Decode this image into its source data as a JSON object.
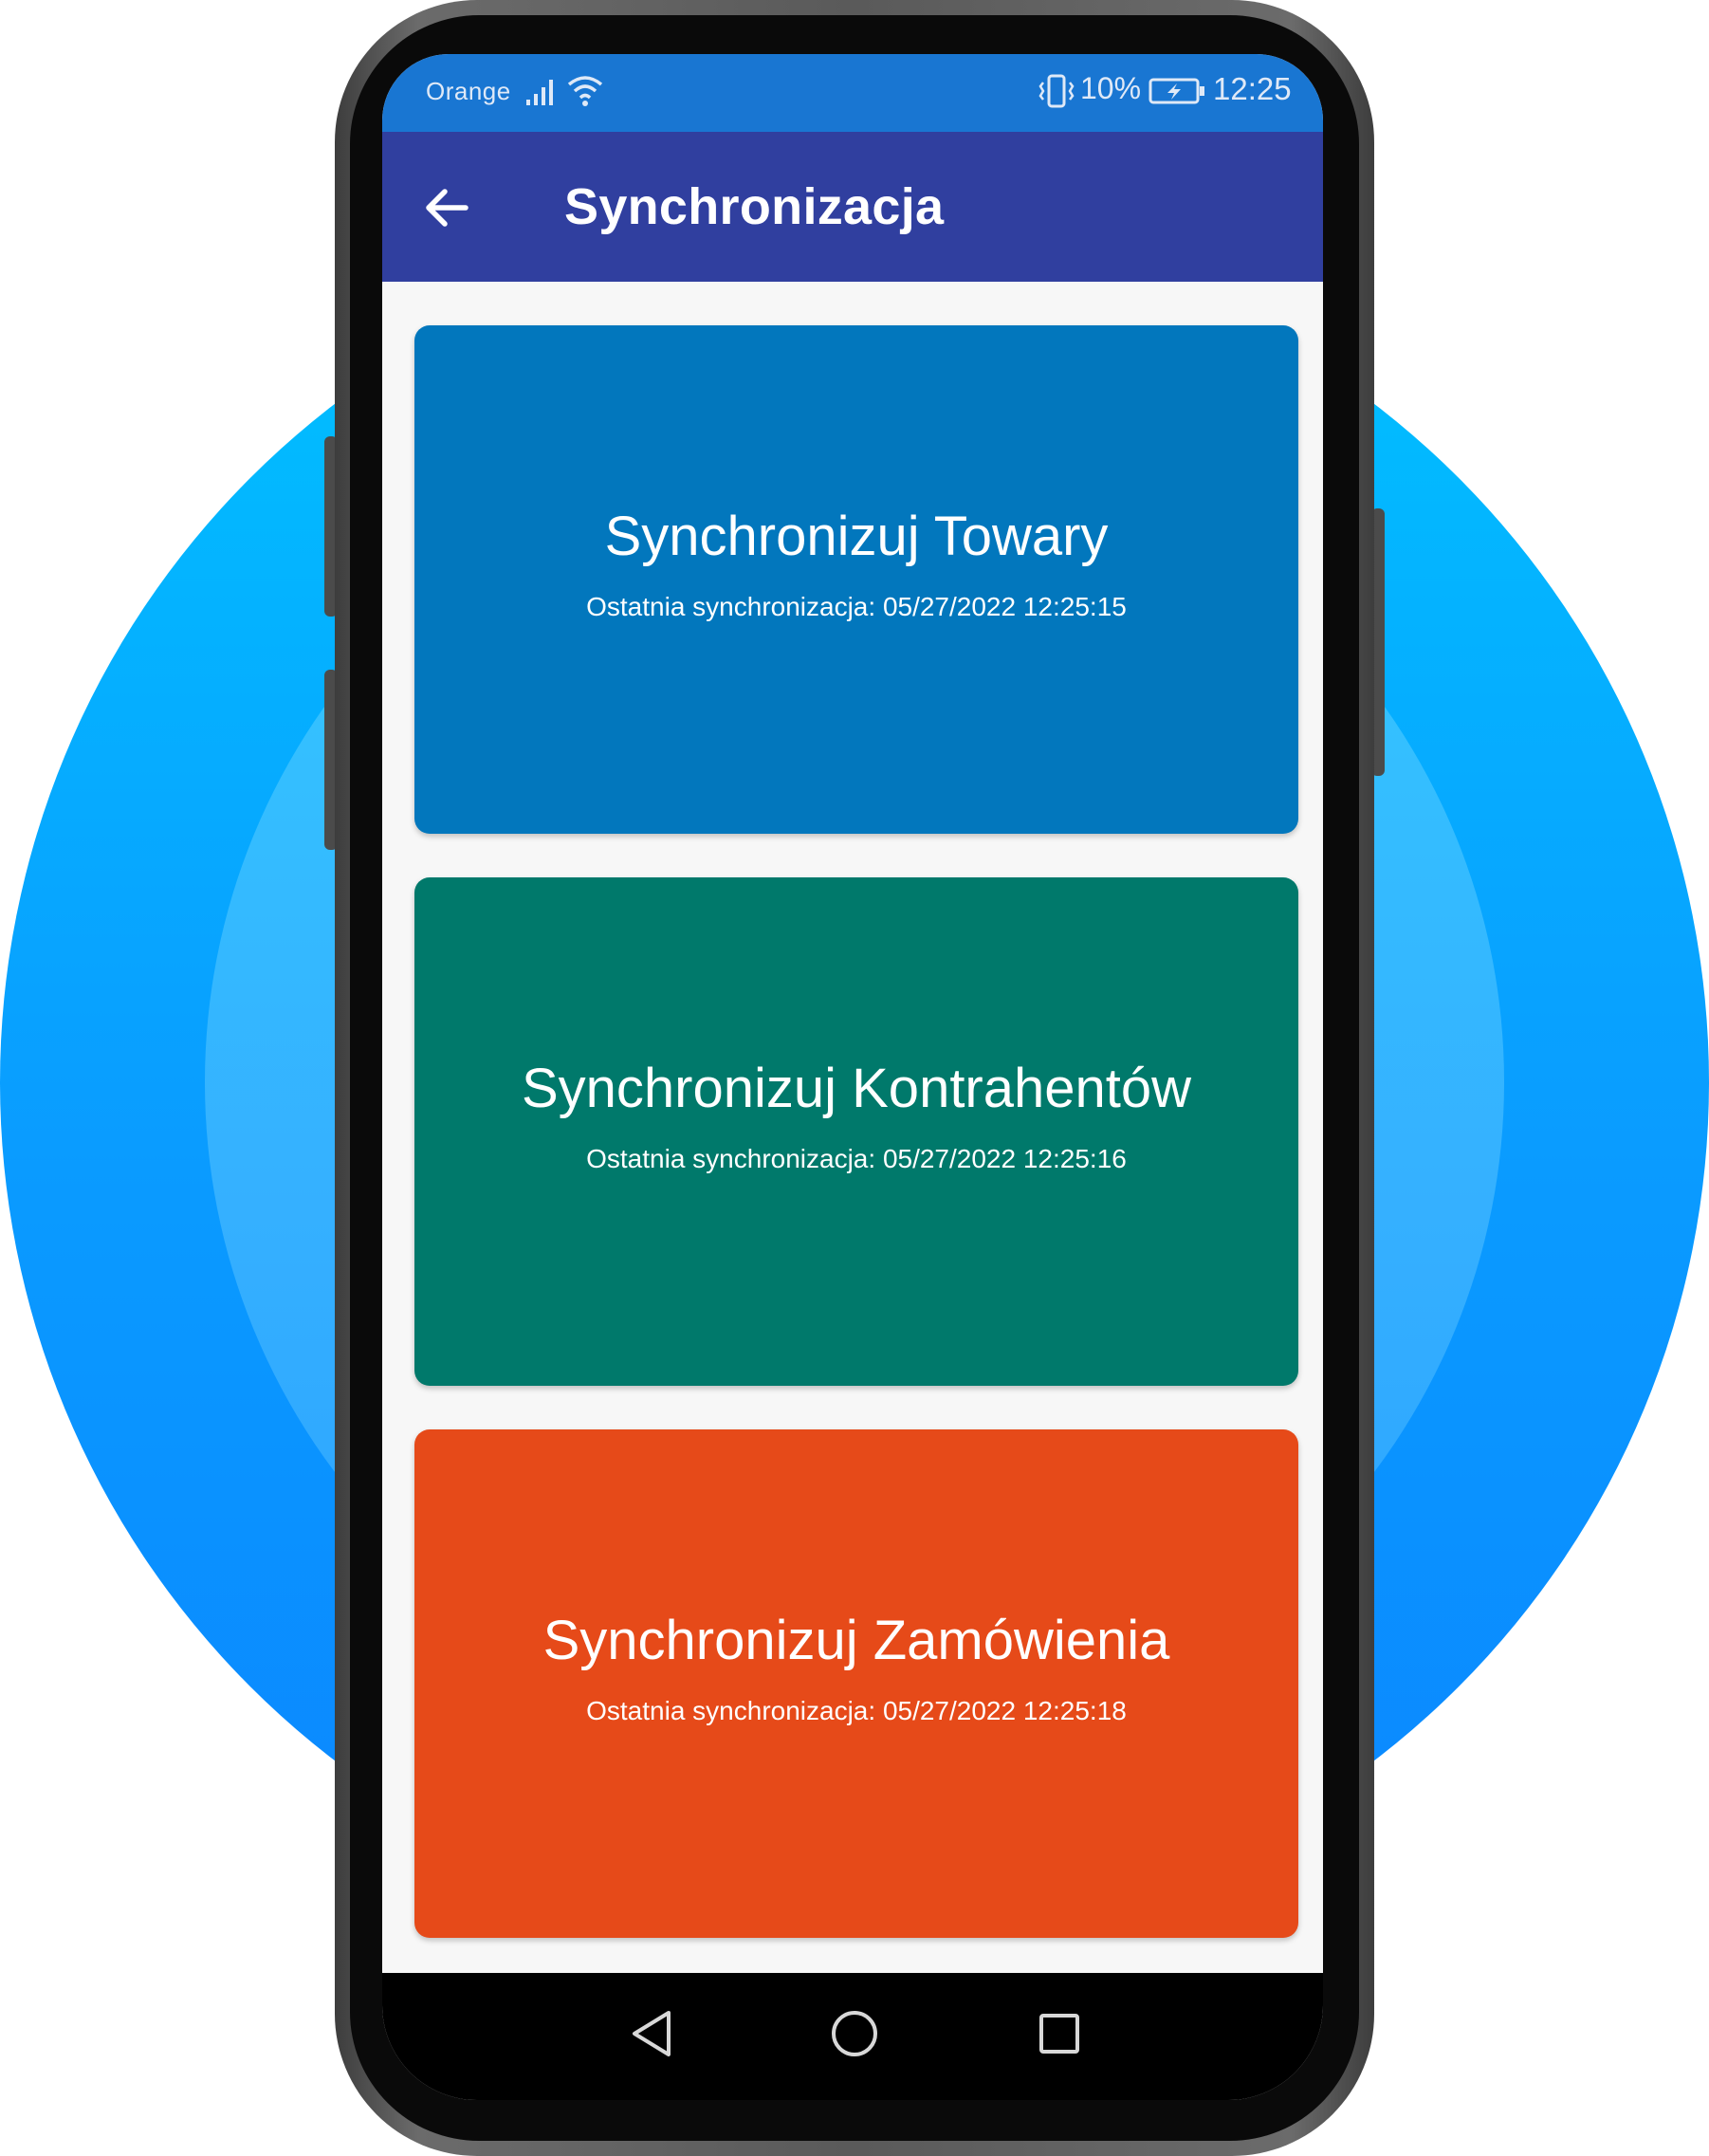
{
  "status_bar": {
    "carrier": "Orange",
    "battery_percent": "10%",
    "time": "12:25",
    "icons": [
      "signal-icon",
      "wifi-icon",
      "vibrate-icon",
      "battery-charging-icon"
    ]
  },
  "app_bar": {
    "title": "Synchronizacja",
    "back_icon": "arrow-left-icon"
  },
  "cards": [
    {
      "title": "Synchronizuj Towary",
      "subtitle": "Ostatnia synchronizacja: 05/27/2022 12:25:15",
      "color": "#0277bd"
    },
    {
      "title": "Synchronizuj Kontrahentów",
      "subtitle": "Ostatnia synchronizacja: 05/27/2022 12:25:16",
      "color": "#00796b"
    },
    {
      "title": "Synchronizuj Zamówienia",
      "subtitle": "Ostatnia synchronizacja: 05/27/2022 12:25:18",
      "color": "#e64a19"
    }
  ],
  "nav_bar": {
    "icons": [
      "nav-back-icon",
      "nav-home-icon",
      "nav-recent-icon"
    ]
  },
  "colors": {
    "status_bar": "#1976d2",
    "app_bar": "#303f9f",
    "background_circle": "#0a9bff"
  }
}
